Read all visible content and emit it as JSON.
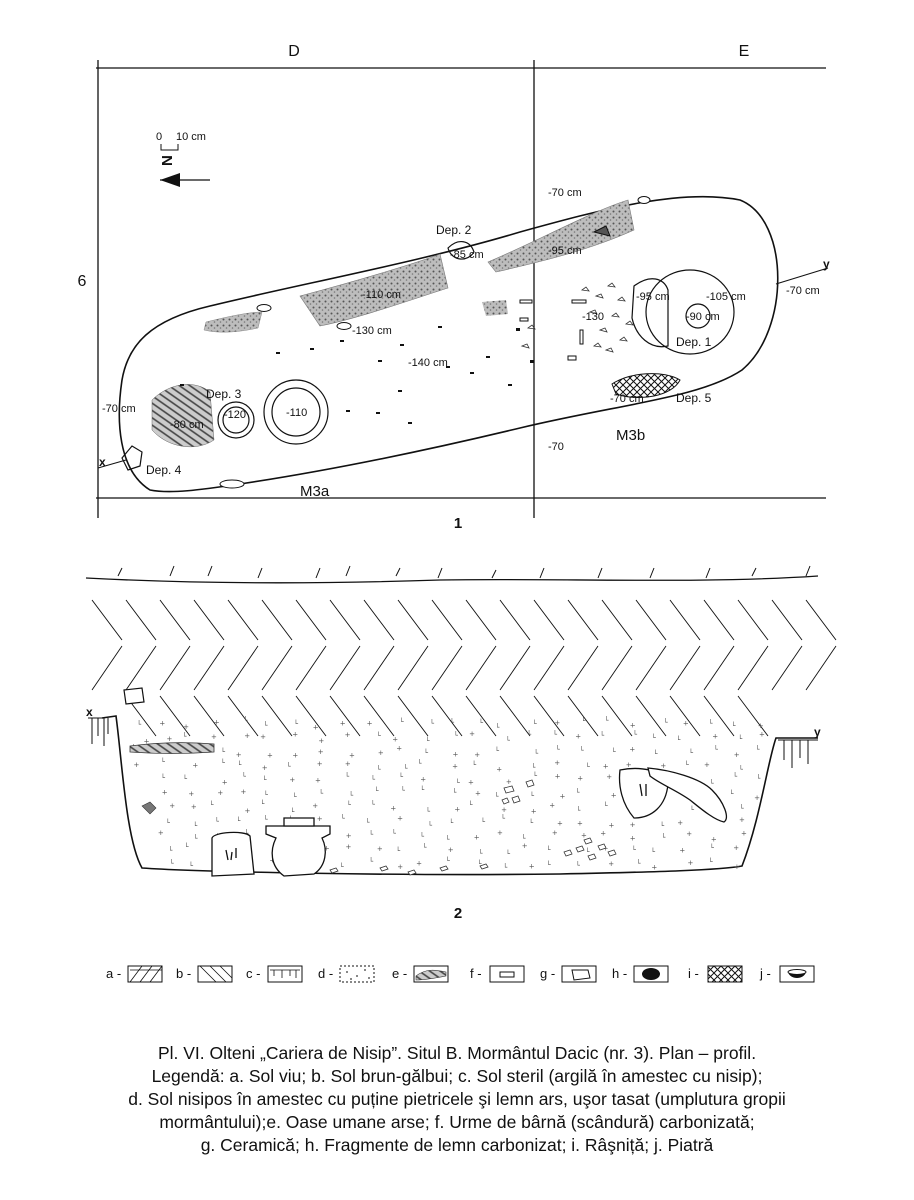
{
  "plan": {
    "figure_number": "1",
    "grid": {
      "col_d": "D",
      "col_e": "E",
      "row": "6"
    },
    "scale": {
      "zero": "0",
      "ten": "10 cm"
    },
    "north": "N",
    "axis_x": "x",
    "axis_y": "y",
    "sectors": {
      "m3a": "M3a",
      "m3b": "M3b"
    },
    "deposits": {
      "dep1": "Dep. 1",
      "dep2": "Dep. 2",
      "dep3": "Dep. 3",
      "dep4": "Dep. 4",
      "dep5": "Dep. 5"
    },
    "depths": {
      "d70_top": "-70 cm",
      "d70_right": "-70 cm",
      "d70_left": "-70 cm",
      "d70_dep5": "-70 cm",
      "d70_bottom": "-70",
      "d95_top": "-95 cm",
      "d85": "-85 cm",
      "d110": "-110 cm",
      "d130": "-130 cm",
      "d140": "-140 cm",
      "d80": "-80 cm",
      "d120": "-120",
      "d110_pot": "-110",
      "d95_dep1": "-95 cm",
      "d105": "-105 cm",
      "d90": "-90 cm",
      "d130_bones": "-130"
    }
  },
  "profile": {
    "figure_number": "2",
    "axis_x": "x",
    "axis_y": "y"
  },
  "legend": [
    {
      "key": "a -"
    },
    {
      "key": "b -"
    },
    {
      "key": "c -"
    },
    {
      "key": "d -"
    },
    {
      "key": "e -"
    },
    {
      "key": "f -"
    },
    {
      "key": "g -"
    },
    {
      "key": "h -"
    },
    {
      "key": "i -"
    },
    {
      "key": "j -"
    }
  ],
  "caption": [
    "Pl. VI. Olteni „Cariera de Nisip”. Situl B. Mormântul Dacic (nr. 3). Plan – profil.",
    "Legendă: a. Sol viu; b. Sol brun-gălbui; c. Sol steril (argilă în amestec cu nisip);",
    "d. Sol nisipos în amestec cu puține pietricele şi lemn ars, uşor tasat (umplutura gropii",
    "mormântului);e. Oase umane arse; f. Urme de bârnă (scândură) carbonizată;",
    "g. Ceramică; h.  Fragmente de lemn carbonizat; i. Râşniță; j. Piatră"
  ]
}
